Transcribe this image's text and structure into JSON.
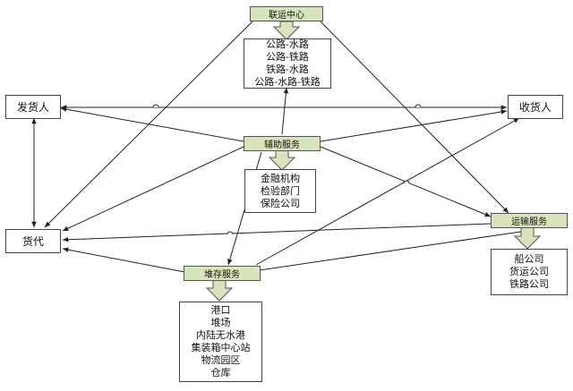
{
  "nodes": {
    "shipper": "发货人",
    "consignee": "收货人",
    "forwarder": "货代",
    "multimodal_hub": "联运中心",
    "auxiliary_hub": "辅助服务",
    "transport_hub": "运输服务",
    "storage_hub": "堆存服务"
  },
  "lists": {
    "multimodal": [
      "公路-水路",
      "公路-铁路",
      "铁路-水路",
      "公路-水路-铁路"
    ],
    "auxiliary": [
      "金融机构",
      "检验部门",
      "保险公司"
    ],
    "transport": [
      "船公司",
      "货运公司",
      "铁路公司"
    ],
    "storage": [
      "港口",
      "堆场",
      "内陆无水港",
      "集装箱中心站",
      "物流园区",
      "仓库"
    ]
  },
  "colors": {
    "hub_fill": "#d8e4bc",
    "arrow_fill": "#d8e4bc",
    "line": "#222222"
  }
}
